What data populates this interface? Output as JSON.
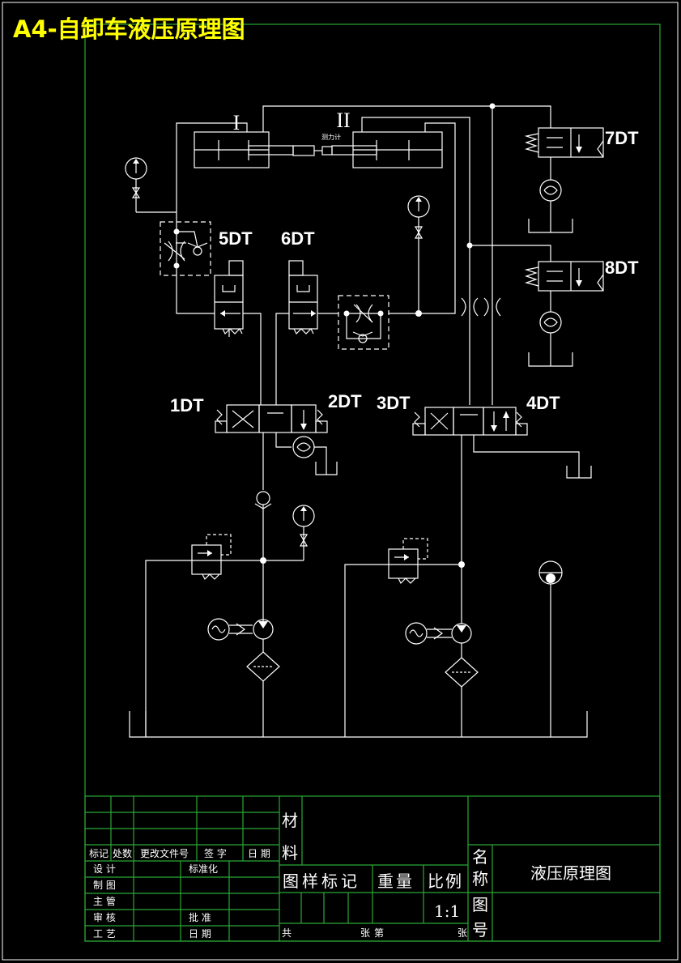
{
  "title": "A4-自卸车液压原理图",
  "roman_labels": [
    "I",
    "II"
  ],
  "small_label": "测力计",
  "solenoids": [
    "1DT",
    "2DT",
    "3DT",
    "4DT",
    "5DT",
    "6DT",
    "7DT",
    "8DT"
  ],
  "title_block": {
    "material_label": "材料",
    "name_label": "名称",
    "drawing_no_label": "图号",
    "drawing_name": "液压原理图",
    "sample_mark": "图样标记",
    "weight": "重量",
    "scale_label": "比例",
    "scale_value": "1:1",
    "revision_headers": [
      "标记",
      "处数",
      "更改文件号",
      "签 字",
      "日 期"
    ],
    "sign_rows": [
      "设 计",
      "制 图",
      "主 管",
      "审 核",
      "工 艺"
    ],
    "standardization": "标准化",
    "approval": "批 准",
    "date": "日 期",
    "total": "共",
    "sheet": "张",
    "page_no": "第",
    "sheet2": "张"
  },
  "colors": {
    "frame": "#2aa836",
    "title": "#ffff00",
    "lines": "#ffffff",
    "background": "#000000"
  }
}
